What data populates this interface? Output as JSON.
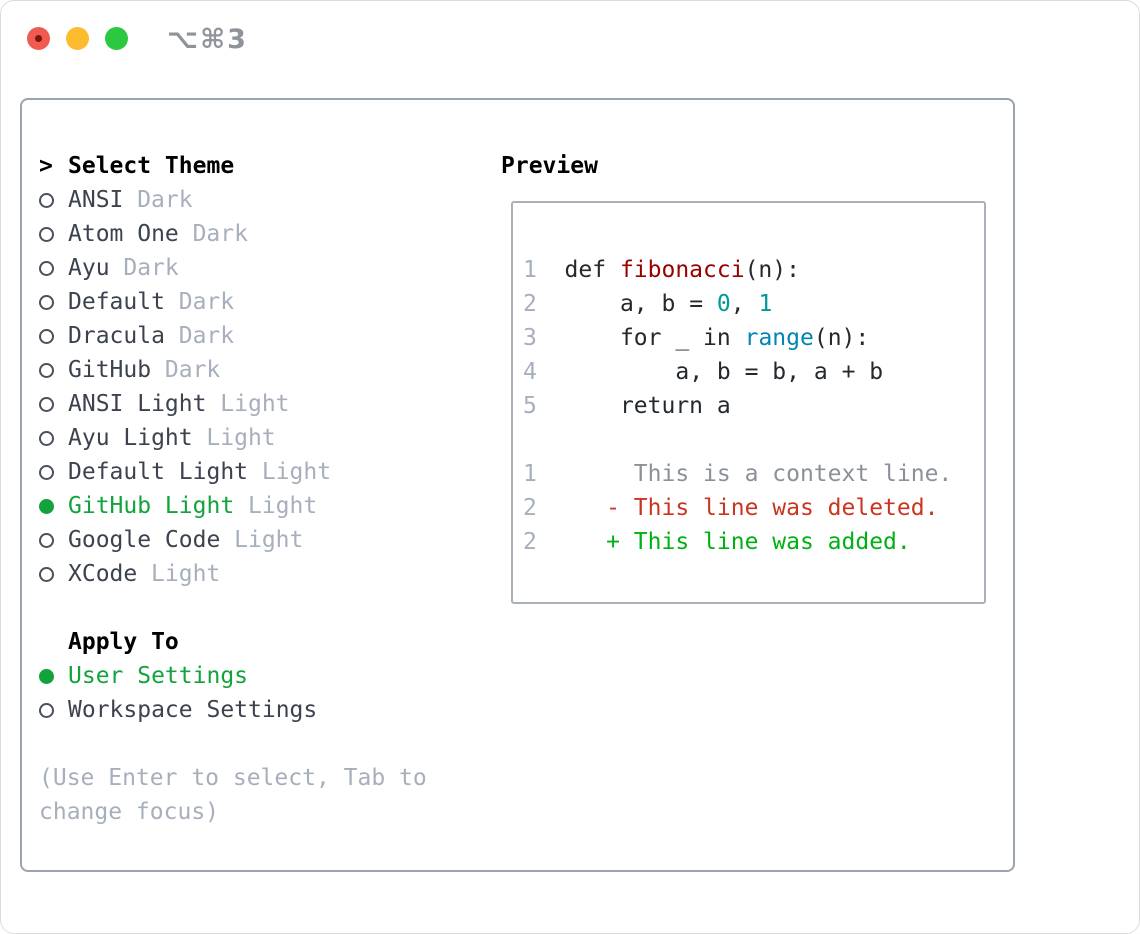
{
  "titlebar": {
    "title": "⌥⌘3"
  },
  "palette": {
    "window_bg": "#ffffff",
    "frame_border": "#9aa3ae",
    "preview_border": "#a9b0ba",
    "header_text": "#000000",
    "item_text": "#3c434e",
    "muted_text": "#a7afbc",
    "selected_green": "#13a33c",
    "traffic_red": "#f05b51",
    "traffic_yellow": "#fdbc2f",
    "traffic_green": "#2bc840",
    "code_function_red": "#990000",
    "code_number_teal": "#009999",
    "code_builtin_blue": "#0086b3",
    "code_plain": "#24292e",
    "line_number_gray": "#a7afbc",
    "diff_context_gray": "#8b9199",
    "diff_deleted_red": "#cb3520",
    "diff_added_green": "#00b114"
  },
  "theme_picker": {
    "prompt": ">",
    "title": "Select Theme",
    "items": [
      {
        "name": "ANSI",
        "variant": "Dark",
        "selected": false
      },
      {
        "name": "Atom One",
        "variant": "Dark",
        "selected": false
      },
      {
        "name": "Ayu",
        "variant": "Dark",
        "selected": false
      },
      {
        "name": "Default",
        "variant": "Dark",
        "selected": false
      },
      {
        "name": "Dracula",
        "variant": "Dark",
        "selected": false
      },
      {
        "name": "GitHub",
        "variant": "Dark",
        "selected": false
      },
      {
        "name": "ANSI Light",
        "variant": "Light",
        "selected": false
      },
      {
        "name": "Ayu Light",
        "variant": "Light",
        "selected": false
      },
      {
        "name": "Default Light",
        "variant": "Light",
        "selected": false
      },
      {
        "name": "GitHub Light",
        "variant": "Light",
        "selected": true
      },
      {
        "name": "Google Code",
        "variant": "Light",
        "selected": false
      },
      {
        "name": "XCode",
        "variant": "Light",
        "selected": false
      }
    ],
    "apply_to": {
      "title": "Apply To",
      "options": [
        {
          "name": "User Settings",
          "selected": true
        },
        {
          "name": "Workspace Settings",
          "selected": false
        }
      ]
    },
    "hint_line1": "(Use Enter to select, Tab to",
    "hint_line2": "change focus)"
  },
  "preview": {
    "title": "Preview",
    "code_lines": [
      {
        "segs": [
          {
            "t": "1  "
          },
          {
            "t": "def "
          },
          {
            "t": "fibonacci"
          },
          {
            "t": "(n):"
          }
        ]
      },
      {
        "segs": [
          {
            "t": "2  "
          },
          {
            "t": "    "
          },
          {
            "t": "a"
          },
          {
            "t": ", "
          },
          {
            "t": "b"
          },
          {
            "t": " = "
          },
          {
            "t": "0"
          },
          {
            "t": ", "
          },
          {
            "t": "1"
          }
        ]
      },
      {
        "segs": [
          {
            "t": "3  "
          },
          {
            "t": "    "
          },
          {
            "t": "for"
          },
          {
            "t": " _ "
          },
          {
            "t": "in"
          },
          {
            "t": " "
          },
          {
            "t": "range"
          },
          {
            "t": "(n):"
          }
        ]
      },
      {
        "segs": [
          {
            "t": "4  "
          },
          {
            "t": "        "
          },
          {
            "t": "a"
          },
          {
            "t": ", "
          },
          {
            "t": "b"
          },
          {
            "t": " = "
          },
          {
            "t": "b"
          },
          {
            "t": ", "
          },
          {
            "t": "a"
          },
          {
            "t": " + "
          },
          {
            "t": "b"
          }
        ]
      },
      {
        "segs": [
          {
            "t": "5  "
          },
          {
            "t": "    "
          },
          {
            "t": "return"
          },
          {
            "t": " "
          },
          {
            "t": "a"
          }
        ]
      },
      {
        "segs": [
          {
            "t": ""
          }
        ]
      },
      {
        "segs": [
          {
            "t": "1  "
          },
          {
            "t": "     "
          },
          {
            "t": "This is a context line."
          }
        ]
      },
      {
        "segs": [
          {
            "t": "2  "
          },
          {
            "t": "   "
          },
          {
            "t": "- This line was deleted."
          }
        ]
      },
      {
        "segs": [
          {
            "t": "2  "
          },
          {
            "t": "   "
          },
          {
            "t": "+ This line was added."
          }
        ]
      }
    ]
  }
}
